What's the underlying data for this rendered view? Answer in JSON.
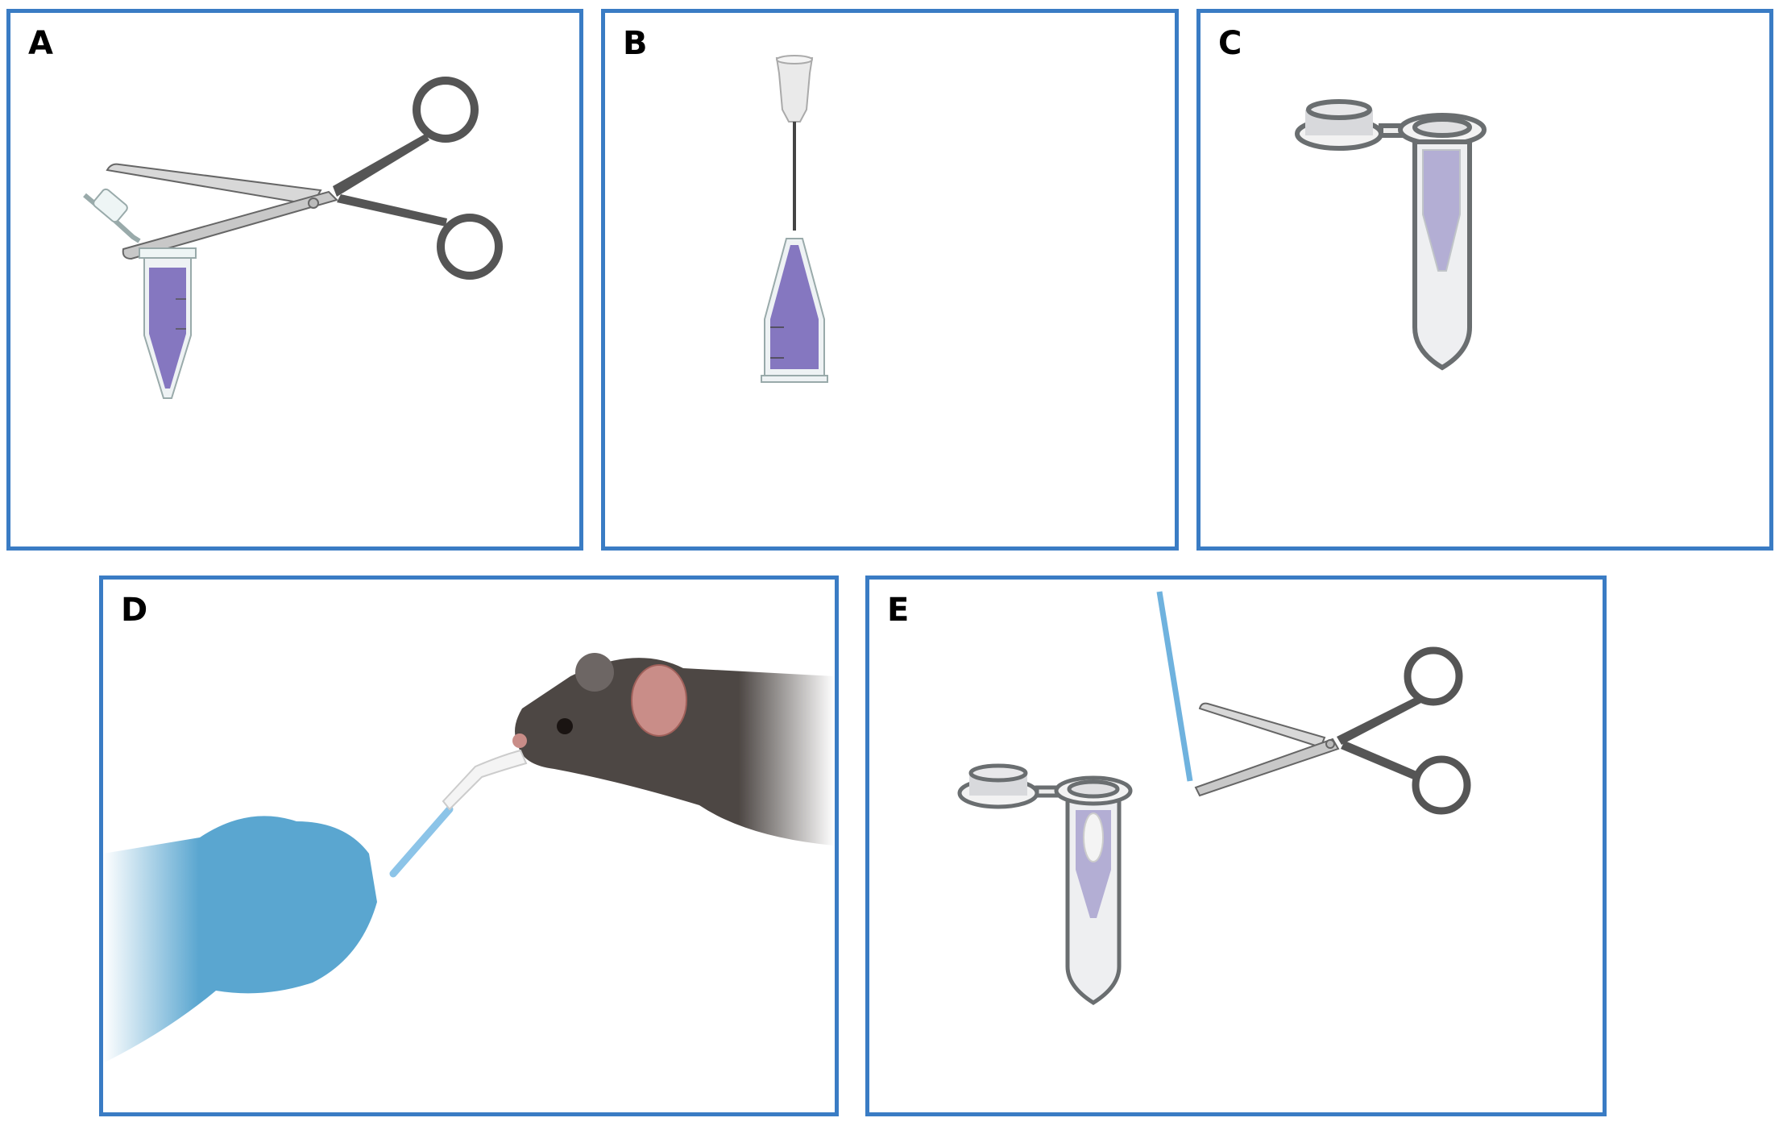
{
  "figure": {
    "border_color": "#3a7cc4",
    "liquid_color": "#8577c0",
    "glove_color": "#5aa6d0",
    "mouse_color": "#4d4744",
    "panels": [
      {
        "label": "A",
        "content": "scissors cutting cap off microcentrifuge tube filled with purple liquid"
      },
      {
        "label": "B",
        "content": "needle hub attached to conical tube with purple liquid"
      },
      {
        "label": "C",
        "content": "open screw-cap tube with inner conical tube of light purple liquid"
      },
      {
        "label": "D",
        "content": "gloved hand swabbing mouse mouth with cotton swab"
      },
      {
        "label": "E",
        "content": "scissors cutting swab shaft placed inside tube with liquid"
      }
    ]
  }
}
